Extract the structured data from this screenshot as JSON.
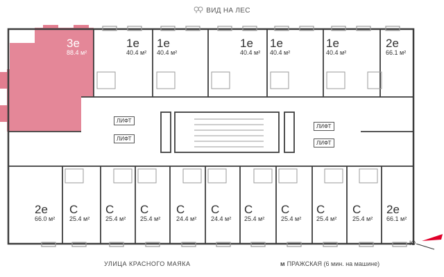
{
  "header": {
    "view_label": "ВИД НА ЛЕС"
  },
  "units": [
    {
      "id": "u-3e",
      "type": "3е",
      "area": "88.4 м²",
      "selected": true
    },
    {
      "id": "u-1e-a",
      "type": "1е",
      "area": "40.4 м²"
    },
    {
      "id": "u-1e-b",
      "type": "1е",
      "area": "40.4 м²"
    },
    {
      "id": "u-1e-c",
      "type": "1е",
      "area": "40.4 м²"
    },
    {
      "id": "u-1e-d",
      "type": "1е",
      "area": "40.4 м²"
    },
    {
      "id": "u-1e-e",
      "type": "1е",
      "area": "40.4 м²"
    },
    {
      "id": "u-2e-tr",
      "type": "2е",
      "area": "66.1 м²"
    },
    {
      "id": "u-2e-bl",
      "type": "2е",
      "area": "66.0 м²"
    },
    {
      "id": "u-c-1",
      "type": "С",
      "area": "25.4 м²"
    },
    {
      "id": "u-c-2",
      "type": "С",
      "area": "25.4 м²"
    },
    {
      "id": "u-c-3",
      "type": "С",
      "area": "25.4 м²"
    },
    {
      "id": "u-c-4",
      "type": "С",
      "area": "24.4 м²"
    },
    {
      "id": "u-c-5",
      "type": "С",
      "area": "24.4 м²"
    },
    {
      "id": "u-c-6",
      "type": "С",
      "area": "25.4 м²"
    },
    {
      "id": "u-c-7",
      "type": "С",
      "area": "25.4 м²"
    },
    {
      "id": "u-c-8",
      "type": "С",
      "area": "25.4 м²"
    },
    {
      "id": "u-c-9",
      "type": "С",
      "area": "25.4 м²"
    },
    {
      "id": "u-2e-br",
      "type": "2е",
      "area": "66.1 м²"
    }
  ],
  "core": {
    "lift_label": "ЛИФТ"
  },
  "footer": {
    "street": "УЛИЦА КРАСНОГО МАЯКА",
    "metro_mark": "м",
    "metro": "ПРАЖСКАЯ (6 мин. на машине)",
    "compass": "Ю"
  },
  "colors": {
    "selected": "#e27d8f",
    "walls": "#3c3c3c",
    "lines": "#9a9a9a"
  }
}
